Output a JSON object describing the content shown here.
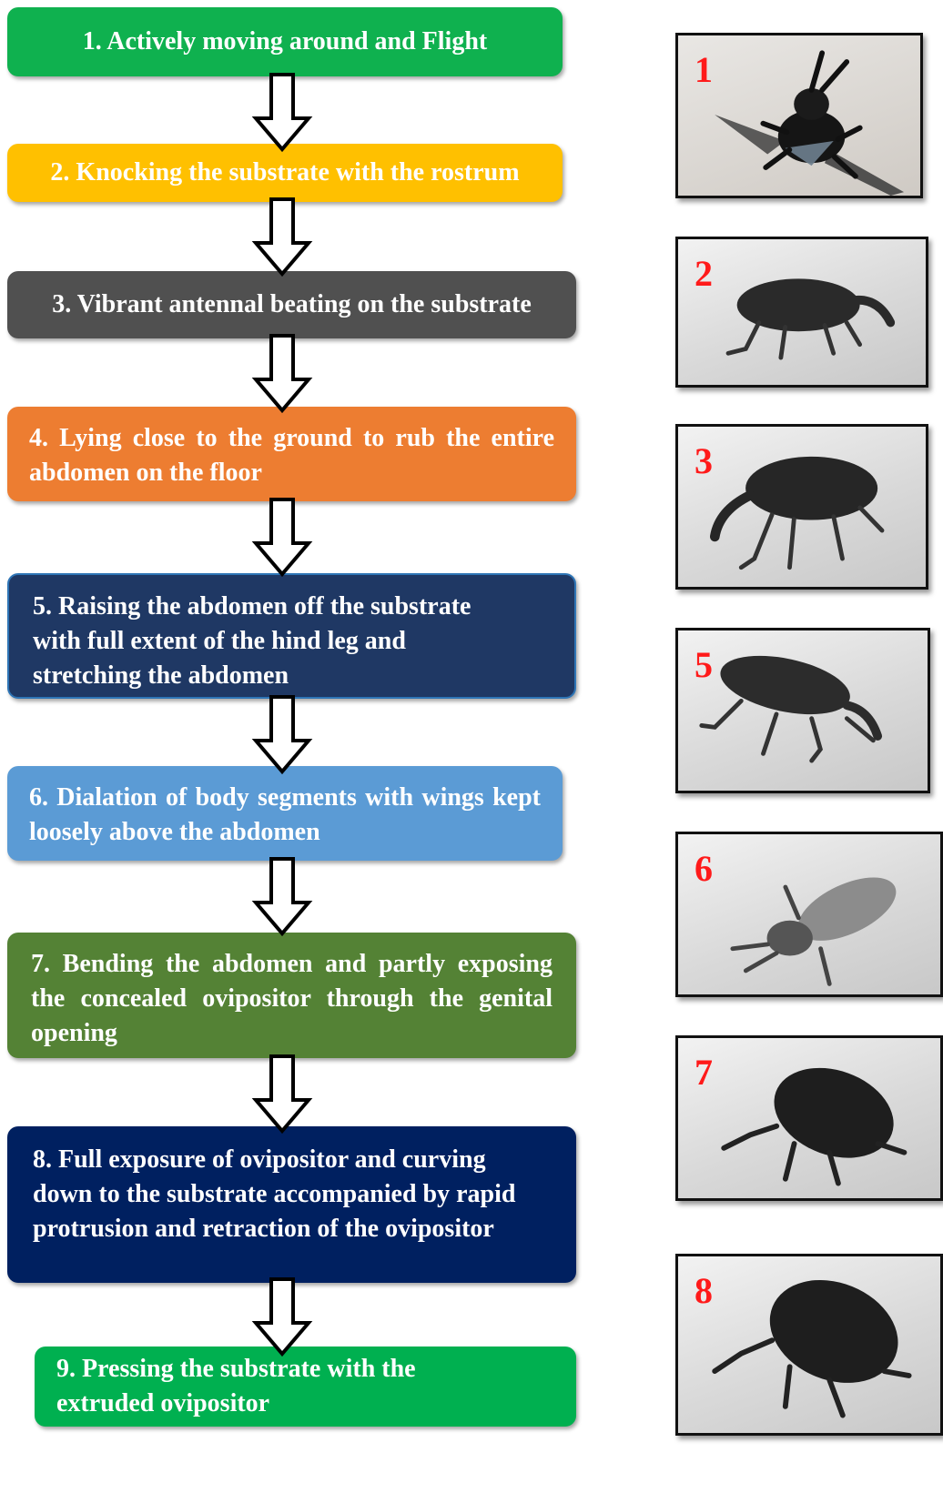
{
  "colors": {
    "step1": "#0fb14f",
    "step2": "#ffc000",
    "step3": "#505050",
    "step4": "#ed7d31",
    "step5": "#1f3864",
    "step6": "#5b9bd5",
    "step7": "#548235",
    "step8": "#002060",
    "step9": "#00b050",
    "photo_label": "#ff1a1a"
  },
  "steps": [
    {
      "text": "1. Actively moving around and Flight"
    },
    {
      "text": "2. Knocking the substrate with the rostrum"
    },
    {
      "text": "3. Vibrant antennal beating on the substrate"
    },
    {
      "text": "4. Lying close to the ground to rub the entire abdomen on the floor"
    },
    {
      "text": "5. Raising the abdomen off the substrate with full extent of the hind leg and stretching the abdomen"
    },
    {
      "text": "6. Dialation of body segments with wings kept loosely above the abdomen"
    },
    {
      "text": "7. Bending the abdomen and partly exposing the concealed ovipositor through the genital opening"
    },
    {
      "text": "8. Full exposure of ovipositor and curving down to the substrate accompanied by rapid protrusion and retraction of the ovipositor"
    },
    {
      "text": "9. Pressing the substrate with the extruded ovipositor"
    }
  ],
  "photos": [
    {
      "label": "1",
      "subject": "weevil-in-flight"
    },
    {
      "label": "2",
      "subject": "weevil-side-view"
    },
    {
      "label": "3",
      "subject": "weevil-side-view"
    },
    {
      "label": "5",
      "subject": "weevil-side-view"
    },
    {
      "label": "6",
      "subject": "weevil-top-view"
    },
    {
      "label": "7",
      "subject": "weevil-side-view"
    },
    {
      "label": "8",
      "subject": "weevil-side-view"
    }
  ]
}
